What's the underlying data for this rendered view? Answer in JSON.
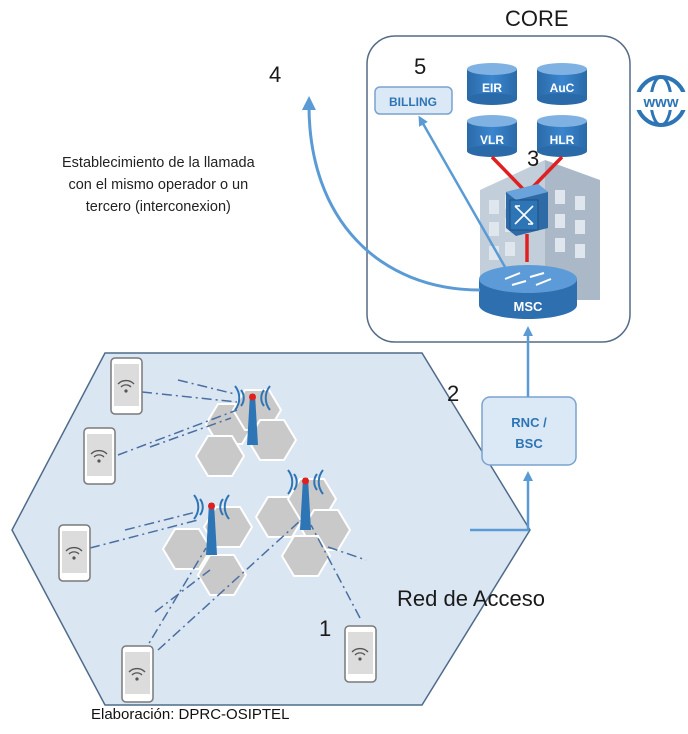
{
  "core": {
    "title": "CORE"
  },
  "core_nodes": {
    "eir": "EIR",
    "auc": "AuC",
    "vlr": "VLR",
    "hlr": "HLR",
    "msc": "MSC",
    "billing": "BILLING"
  },
  "rnc": {
    "line1": "RNC /",
    "line2": "BSC"
  },
  "web_icon": {
    "icon": "globe-www-icon",
    "label": "www"
  },
  "steps": {
    "one": "1",
    "two": "2",
    "three": "3",
    "four": "4",
    "five": "5"
  },
  "note": {
    "line1": "Establecimiento de la llamada",
    "line2": "con el mismo operador o un",
    "line3": "tercero (interconexion)"
  },
  "access_network": {
    "label": "Red de Acceso"
  },
  "credit": "Elaboración: DPRC-OSIPTEL",
  "colors": {
    "arrow": "#5b9bd5",
    "core_border": "#6b7f99",
    "access_fill": "#dbe6f3",
    "node_blue": "#2e75b6",
    "red_link": "#e02020",
    "tower": "#2e75b6"
  }
}
